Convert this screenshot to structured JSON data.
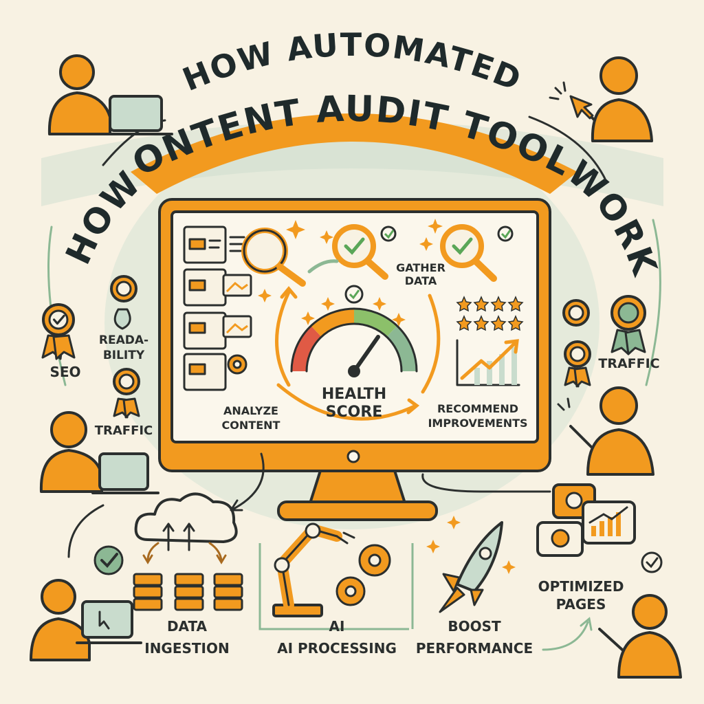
{
  "title": {
    "line1": "HOW AUTOMATED",
    "line2": "CONTENT AUDIT TOOLS",
    "line3_left": "HOW",
    "line3_right": "WORK"
  },
  "screen": {
    "gather_line1": "GATHER",
    "gather_line2": "DATA",
    "health_line1": "HEALTH",
    "health_line2": "SCORE",
    "analyze_line1": "ANALYZE",
    "analyze_line2": "CONTENT",
    "recommend_line1": "RECOMMEND",
    "recommend_line2": "IMPROVEMENTS"
  },
  "side_left": {
    "seo": "SEO",
    "readability_line1": "READA-",
    "readability_line2": "BILITY",
    "traffic": "TRAFFIC"
  },
  "side_right": {
    "traffic": "TRAFFIC"
  },
  "steps": {
    "data_line1": "DATA",
    "data_line2": "INGESTION",
    "ai_line1": "AI",
    "ai_line2": "AI PROCESSING",
    "boost_line1": "BOOST",
    "boost_line2": "PERFORMANCE",
    "optimized_line1": "OPTIMIZED",
    "optimized_line2": "PAGES"
  },
  "colors": {
    "orange": "#f29a1f",
    "green": "#8cb894",
    "sage": "#c9dccd",
    "ink": "#2b2f2e",
    "cream": "#f8f2e3",
    "red": "#e05a45",
    "check_green": "#5aa657"
  }
}
